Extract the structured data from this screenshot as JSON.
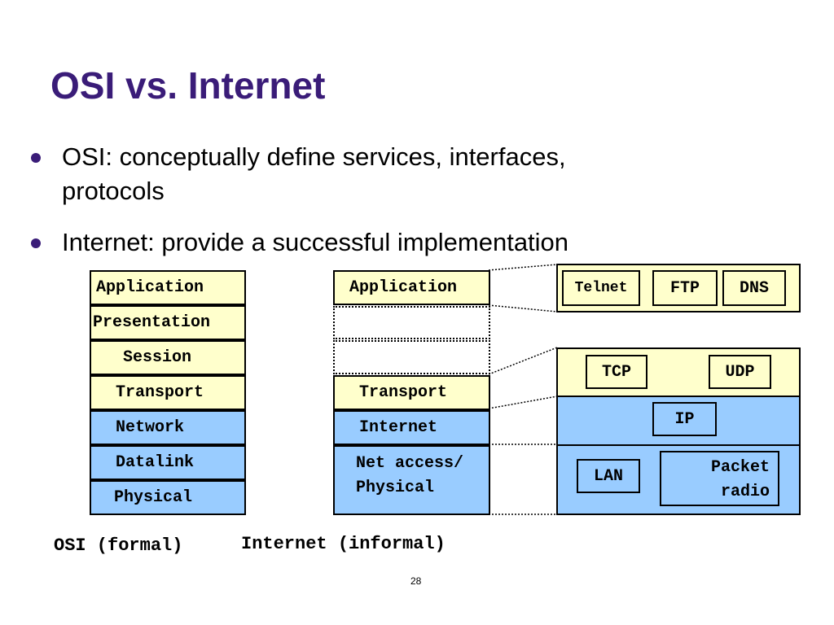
{
  "slide": {
    "title": "OSI vs. Internet",
    "bullets": [
      {
        "line1": "OSI: conceptually define services, interfaces,",
        "line2": "protocols"
      },
      {
        "line1": "Internet: provide a successful implementation"
      }
    ],
    "page_number": "28"
  },
  "osi_stack": {
    "layers": [
      "Application",
      "Presentation",
      "Session",
      "Transport",
      "Network",
      "Datalink",
      "Physical"
    ],
    "caption": "OSI (formal)"
  },
  "internet_stack": {
    "layers": [
      "Application",
      "",
      "",
      "Transport",
      "Internet",
      "Net access/",
      "Physical"
    ],
    "caption": "Internet (informal)"
  },
  "protocols": {
    "app": [
      "Telnet",
      "FTP",
      "DNS"
    ],
    "transport": [
      "TCP",
      "UDP"
    ],
    "network": [
      "IP"
    ],
    "link": [
      "LAN",
      "Packet",
      "radio"
    ]
  },
  "colors": {
    "title": "#3a1c78",
    "upper_layers": "#ffffcc",
    "lower_layers": "#99ccff"
  }
}
